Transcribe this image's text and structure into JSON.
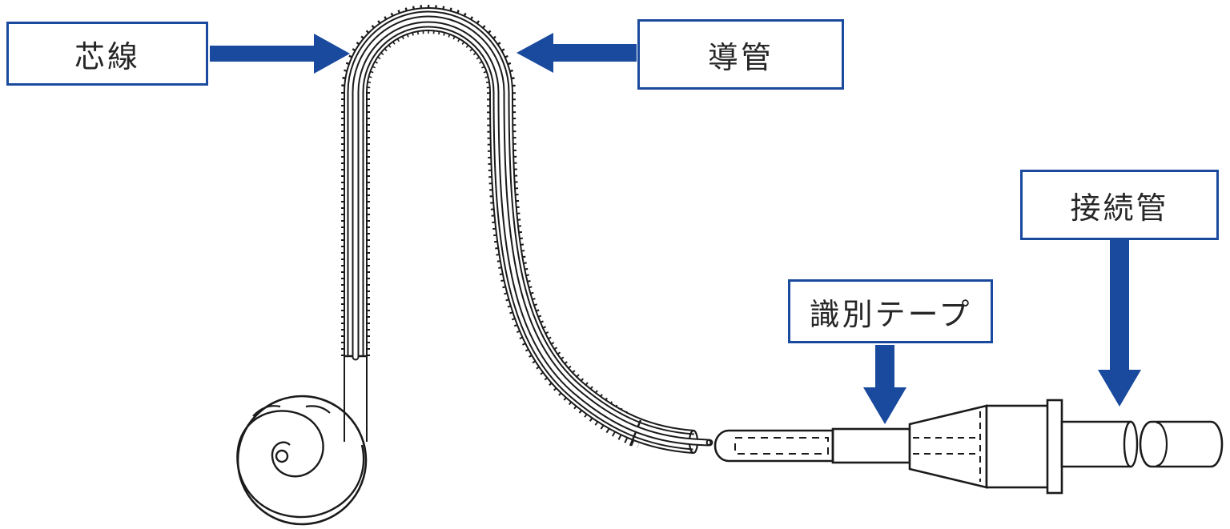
{
  "labels": {
    "core_wire": "芯線",
    "conduit": "導管",
    "id_tape": "識別テープ",
    "connector": "接続管"
  },
  "colors": {
    "accent_blue": "#1a4a9e",
    "line": "#1a1a1a",
    "background": "#ffffff",
    "label_text": "#262626"
  }
}
